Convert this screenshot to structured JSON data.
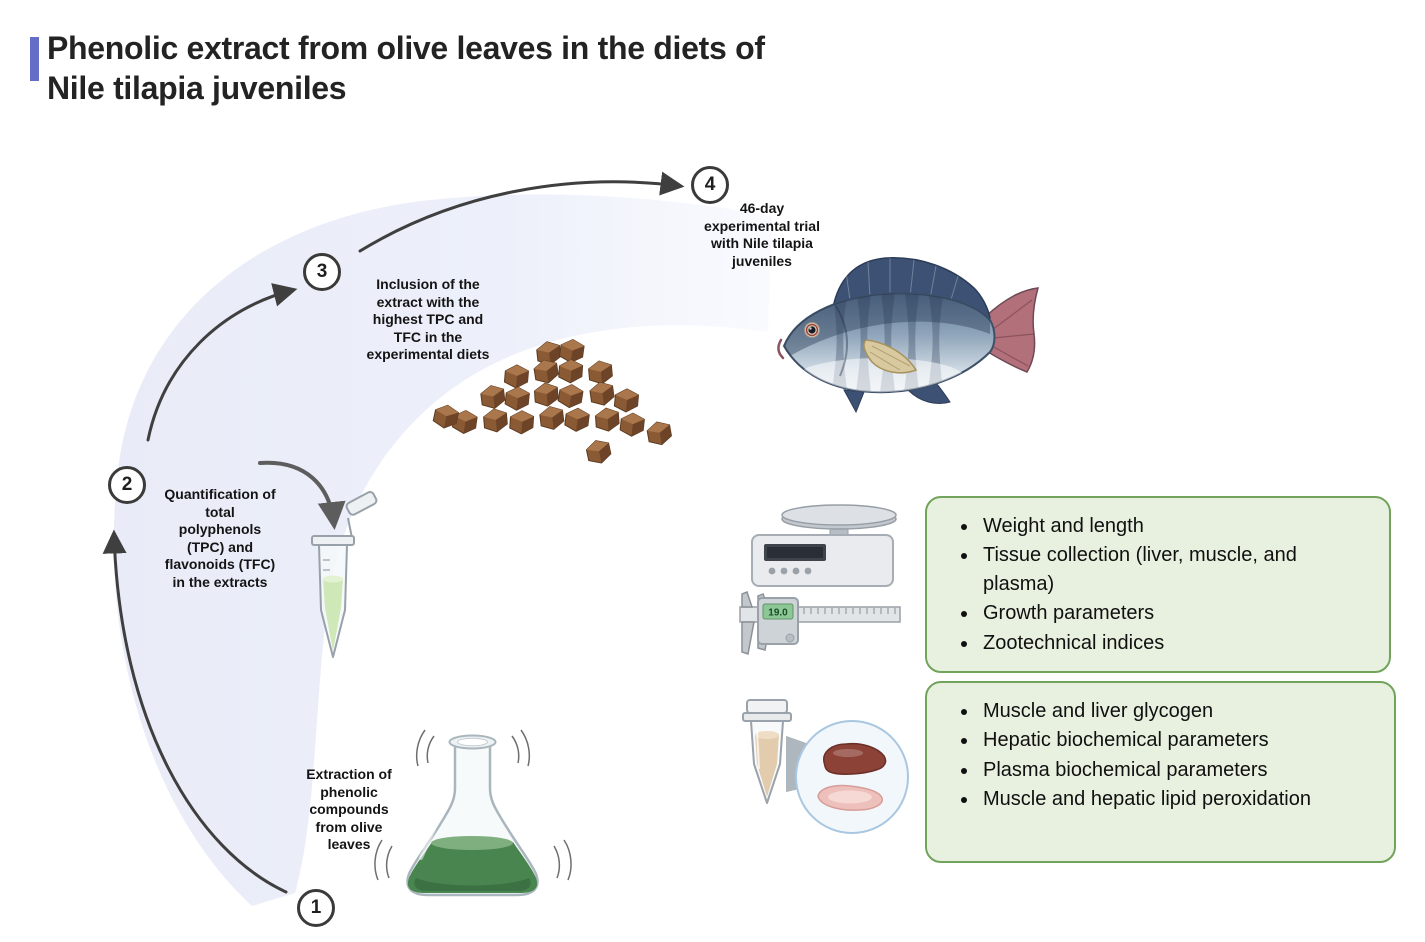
{
  "title": {
    "line1": "Phenolic extract from olive leaves in the diets of",
    "line2": "Nile tilapia juveniles"
  },
  "steps": [
    {
      "number": "1",
      "label": "Extraction of phenolic compounds from olive leaves"
    },
    {
      "number": "2",
      "label": "Quantification of total polyphenols (TPC) and flavonoids (TFC) in the extracts"
    },
    {
      "number": "3",
      "label": "Inclusion of the extract with the highest TPC and TFC in the experimental diets"
    },
    {
      "number": "4",
      "label": "46-day experimental trial with Nile tilapia juveniles"
    }
  ],
  "instruments": {
    "caliper_display": "19.0"
  },
  "results": {
    "box1": {
      "items": [
        "Weight and length",
        "Tissue collection (liver, muscle, and plasma)",
        "Growth parameters",
        "Zootechnical indices"
      ]
    },
    "box2": {
      "items": [
        "Muscle and liver glycogen",
        "Hepatic biochemical parameters",
        "Plasma biochemical parameters",
        "Muscle and hepatic lipid peroxidation"
      ]
    }
  },
  "colors": {
    "accent_bar": "#646ec6",
    "box_bg": "#e8f1df",
    "box_border": "#71a35b",
    "arc_bg": "#eceffa",
    "arrow": "#3f3f3f"
  }
}
